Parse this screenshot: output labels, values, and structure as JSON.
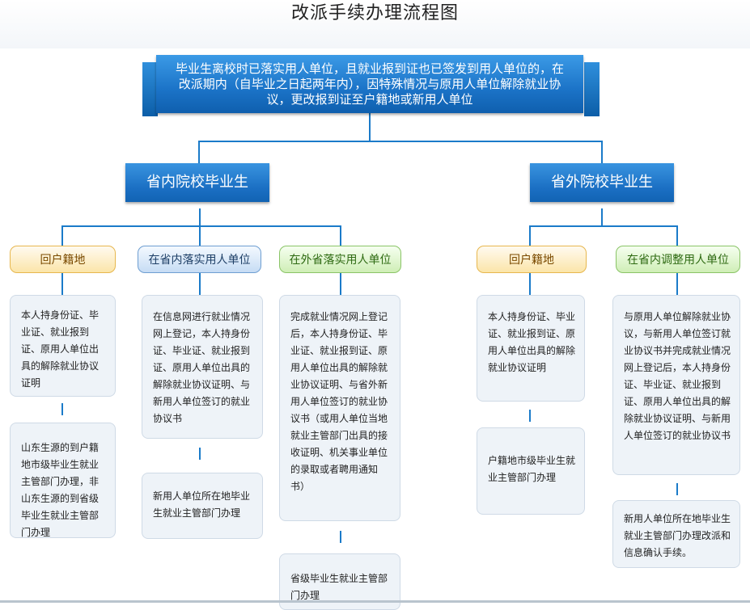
{
  "title": "改派手续办理流程图",
  "top": {
    "text": "毕业生离校时已落实用人单位，且就业报到证也已签发到用人单位的，在改派期内（自毕业之日起两年内），因特殊情况与原用人单位解除就业协议，更改报到证至户籍地或新用人单位"
  },
  "left": {
    "label": "省内院校毕业生",
    "branches": [
      {
        "label": "回户籍地",
        "steps": [
          "本人持身份证、毕业证、就业报到证、原用人单位出具的解除就业协议证明",
          "山东生源的到户籍地市级毕业生就业主管部门办理，非山东生源的到省级毕业生就业主管部门办理"
        ]
      },
      {
        "label": "在省内落实用人单位",
        "steps": [
          "在信息网进行就业情况网上登记，本人持身份证、毕业证、就业报到证、原用人单位出具的解除就业协议证明、与新用人单位签订的就业协议书",
          "新用人单位所在地毕业生就业主管部门办理"
        ]
      },
      {
        "label": "在外省落实用人单位",
        "steps": [
          "完成就业情况网上登记后，本人持身份证、毕业证、就业报到证、原用人单位出具的解除就业协议证明、与省外新用人单位签订的就业协议书（或用人单位当地就业主管部门出具的接收证明、机关事业单位的录取或者聘用通知书）",
          "省级毕业生就业主管部门办理"
        ]
      }
    ]
  },
  "right": {
    "label": "省外院校毕业生",
    "branches": [
      {
        "label": "回户籍地",
        "steps": [
          "本人持身份证、毕业证、就业报到证、原用人单位出具的解除就业协议证明",
          "户籍地市级毕业生就业主管部门办理"
        ]
      },
      {
        "label": "在省内调整用人单位",
        "steps": [
          "与原用人单位解除就业协议，与新用人单位签订就业协议书并完成就业情况网上登记后，本人持身份证、毕业证、就业报到证、原用人单位出具的解除就业协议证明、与新用人单位签订的就业协议书",
          "新用人单位所在地毕业生就业主管部门办理改派和信息确认手续。"
        ]
      }
    ]
  },
  "colors": {
    "primary_blue": "#1b73c7",
    "connector": "#1b7bc9",
    "pill_orange_border": "#e7b74e",
    "pill_blue_border": "#6e9ed1",
    "pill_green_border": "#8ac467",
    "card_bg": "#eef3f8"
  }
}
